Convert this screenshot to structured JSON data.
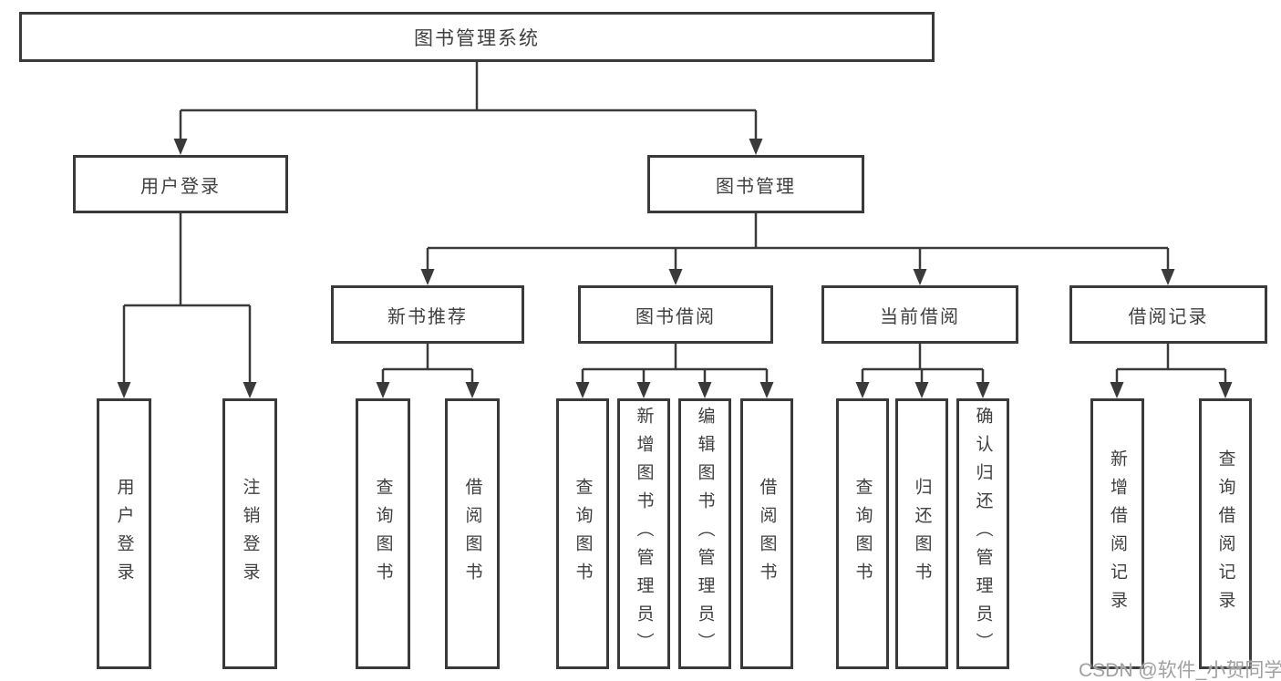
{
  "tree": {
    "root": {
      "label": "图书管理系统"
    },
    "branches": [
      {
        "label": "用户登录",
        "children": [
          {
            "label": "用户登录"
          },
          {
            "label": "注销登录"
          }
        ]
      },
      {
        "label": "图书管理",
        "children": [
          {
            "label": "新书推荐",
            "children": [
              {
                "label": "查询图书"
              },
              {
                "label": "借阅图书"
              }
            ]
          },
          {
            "label": "图书借阅",
            "children": [
              {
                "label": "查询图书"
              },
              {
                "label": "新增图书（管理员）"
              },
              {
                "label": "编辑图书（管理员）"
              },
              {
                "label": "借阅图书"
              }
            ]
          },
          {
            "label": "当前借阅",
            "children": [
              {
                "label": "查询图书"
              },
              {
                "label": "归还图书"
              },
              {
                "label": "确认归还（管理员）"
              }
            ]
          },
          {
            "label": "借阅记录",
            "children": [
              {
                "label": "新增借阅记录"
              },
              {
                "label": "查询借阅记录"
              }
            ]
          }
        ]
      }
    ]
  },
  "watermark": {
    "text": "CSDN @软件_小贺同学"
  },
  "colors": {
    "line": "#3a3a3a",
    "box_border": "#3a3a3a",
    "box_fill": "#ffffff",
    "text": "#3f3f3f",
    "watermark": "#a0a0a0",
    "background": "#ffffff"
  }
}
